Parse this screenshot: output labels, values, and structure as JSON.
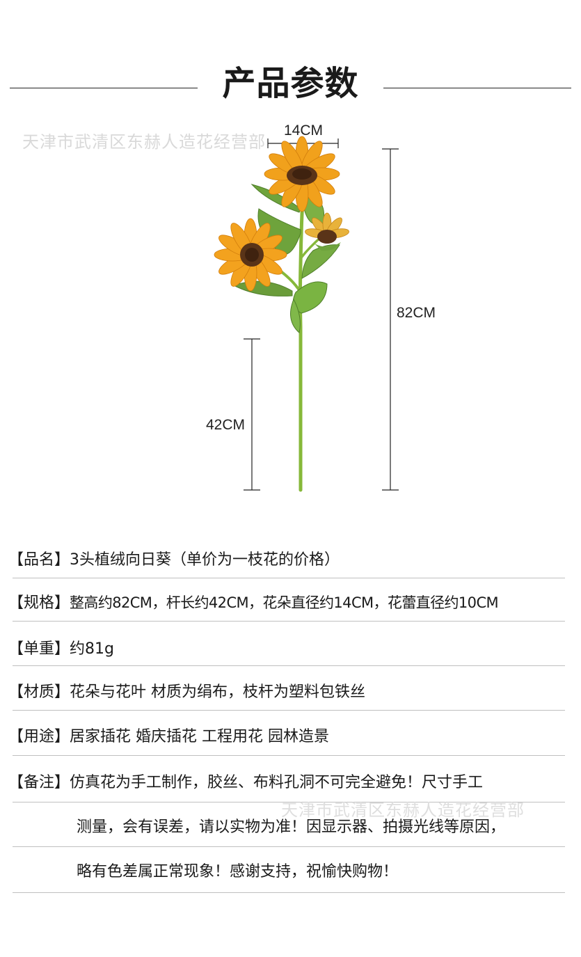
{
  "header": {
    "title": "产品参数"
  },
  "watermarks": {
    "top": "天津市武清区东赫人造花经营部",
    "bottom": "天津市武清区东赫人造花经营部"
  },
  "product_image": {
    "subject": "sunflower-stem-with-three-heads",
    "colors": {
      "petal": "#f1a11c",
      "center": "#5a3418",
      "leaf": "#6ea33c",
      "stem": "#86b83a"
    },
    "dimensions": {
      "flower_width": "14CM",
      "total_height": "82CM",
      "stem_length": "42CM"
    }
  },
  "specs": [
    {
      "label": "【品名】",
      "value": "3头植绒向日葵（单价为一枝花的价格）"
    },
    {
      "label": "【规格】",
      "value": "整高约82CM，杆长约42CM，花朵直径约14CM，花蕾直径约10CM"
    },
    {
      "label": "【单重】",
      "value": " 约81g"
    },
    {
      "label": "【材质】",
      "value": "花朵与花叶 材质为绢布，枝杆为塑料包铁丝"
    },
    {
      "label": "【用途】",
      "value": " 居家插花 婚庆插花 工程用花 园林造景"
    },
    {
      "label": "【备注】",
      "value": " 仿真花为手工制作，胶丝、布料孔洞不可完全避免！尺寸手工"
    }
  ],
  "notes_continued": [
    "测量，会有误差，请以实物为准！因显示器、拍摄光线等原因，",
    "略有色差属正常现象！感谢支持，祝愉快购物！"
  ]
}
